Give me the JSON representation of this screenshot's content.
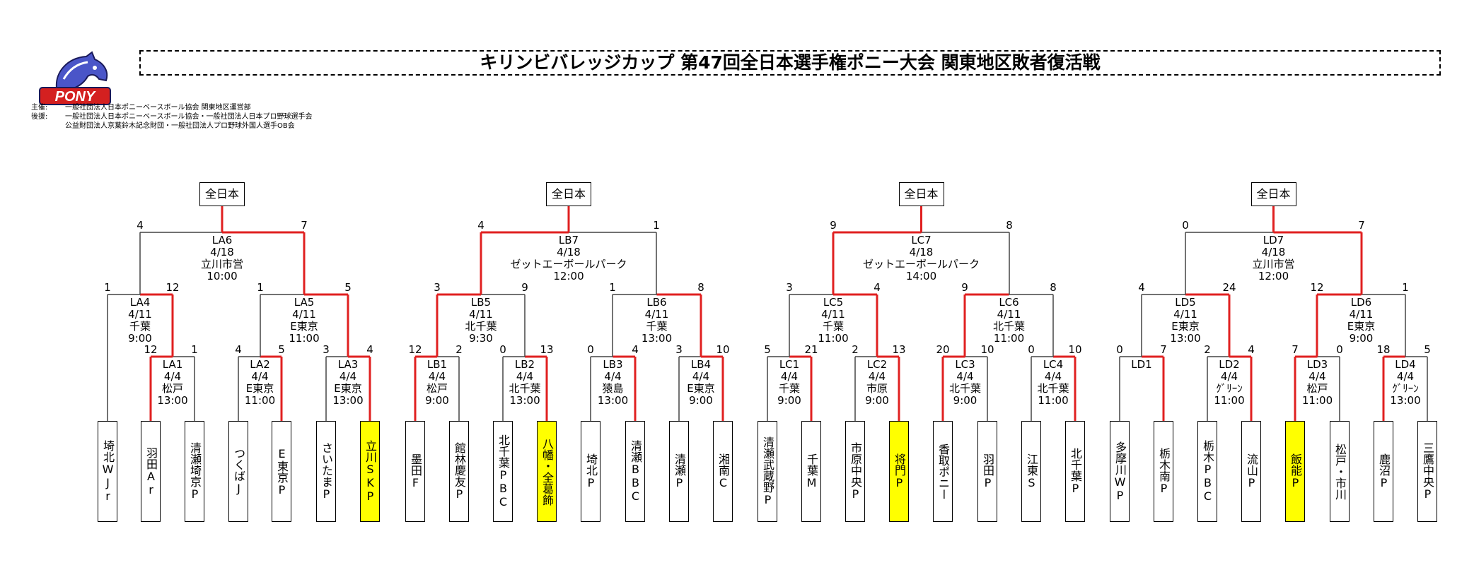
{
  "header": {
    "title": "キリンビバレッジカップ 第47回全日本選手権ポニー大会 関東地区敗者復活戦",
    "logo_text": "PONY",
    "sponsor_lines": [
      {
        "label": "主催:",
        "text": "一般社団法人日本ポニーベースボール協会 関東地区運営部"
      },
      {
        "label": "後援:",
        "text": "一般社団法人日本ポニーベースボール協会・一般社団法人日本プロ野球選手会"
      },
      {
        "label": "",
        "text": "公益財団法人京葉鈴木記念財団・一般社団法人プロ野球外国人選手OB会"
      }
    ]
  },
  "colors": {
    "winner_line": "#e02020",
    "line": "#444444",
    "highlight": "#ffff00"
  },
  "brackets": [
    {
      "final_label": "全日本",
      "final": {
        "id": "LA6",
        "date": "4/18",
        "venue": "立川市営",
        "time": "10:00",
        "score_left": "4",
        "score_right": "7",
        "win": "R"
      },
      "semis": [
        {
          "id": "LA4",
          "date": "4/11",
          "venue": "千葉",
          "time": "9:00",
          "score_left": "1",
          "score_right": "12",
          "win": "R"
        },
        {
          "id": "LA5",
          "date": "4/11",
          "venue": "E東京",
          "time": "11:00",
          "score_left": "1",
          "score_right": "5",
          "win": "R"
        }
      ],
      "firsts": [
        {
          "id": "LA1",
          "date": "4/4",
          "venue": "松戸",
          "time": "13:00",
          "score_left": "12",
          "score_right": "1",
          "win": "L"
        },
        {
          "id": "LA2",
          "date": "4/4",
          "venue": "E東京",
          "time": "11:00",
          "score_left": "4",
          "score_right": "5",
          "win": "R"
        },
        {
          "id": "LA3",
          "date": "4/4",
          "venue": "E東京",
          "time": "13:00",
          "score_left": "3",
          "score_right": "4",
          "win": "R"
        }
      ],
      "teams": [
        {
          "name": "埼北WJr",
          "hl": false
        },
        {
          "name": "羽田Ar",
          "hl": false
        },
        {
          "name": "清瀬埼京P",
          "hl": false
        },
        {
          "name": "つくばJ",
          "hl": false
        },
        {
          "name": "E東京P",
          "hl": false
        },
        {
          "name": "さいたまP",
          "hl": false
        },
        {
          "name": "立川SKP",
          "hl": true
        }
      ]
    },
    {
      "final_label": "全日本",
      "final": {
        "id": "LB7",
        "date": "4/18",
        "venue": "ゼットエーボールパーク",
        "time": "12:00",
        "score_left": "4",
        "score_right": "1",
        "win": "L"
      },
      "semis": [
        {
          "id": "LB5",
          "date": "4/11",
          "venue": "北千葉",
          "time": "9:30",
          "score_left": "3",
          "score_right": "9",
          "win": "L"
        },
        {
          "id": "LB6",
          "date": "4/11",
          "venue": "千葉",
          "time": "13:00",
          "score_left": "1",
          "score_right": "8",
          "win": "R"
        }
      ],
      "firsts": [
        {
          "id": "LB1",
          "date": "4/4",
          "venue": "松戸",
          "time": "9:00",
          "score_left": "12",
          "score_right": "2",
          "win": "L"
        },
        {
          "id": "LB2",
          "date": "4/4",
          "venue": "北千葉",
          "time": "13:00",
          "score_left": "0",
          "score_right": "13",
          "win": "R"
        },
        {
          "id": "LB3",
          "date": "4/4",
          "venue": "猿島",
          "time": "13:00",
          "score_left": "0",
          "score_right": "4",
          "win": "R"
        },
        {
          "id": "LB4",
          "date": "4/4",
          "venue": "E東京",
          "time": "9:00",
          "score_left": "3",
          "score_right": "10",
          "win": "R"
        }
      ],
      "teams": [
        {
          "name": "墨田F",
          "hl": false
        },
        {
          "name": "館林慶友P",
          "hl": false
        },
        {
          "name": "北千葉PBC",
          "hl": false
        },
        {
          "name": "八幡・全葛飾",
          "hl": true
        },
        {
          "name": "埼北P",
          "hl": false
        },
        {
          "name": "清瀬BBC",
          "hl": false
        },
        {
          "name": "清瀬P",
          "hl": false
        },
        {
          "name": "湘南C",
          "hl": false
        }
      ]
    },
    {
      "final_label": "全日本",
      "final": {
        "id": "LC7",
        "date": "4/18",
        "venue": "ゼットエーボールパーク",
        "time": "14:00",
        "score_left": "9",
        "score_right": "8",
        "win": "L"
      },
      "semis": [
        {
          "id": "LC5",
          "date": "4/11",
          "venue": "千葉",
          "time": "11:00",
          "score_left": "3",
          "score_right": "4",
          "win": "R"
        },
        {
          "id": "LC6",
          "date": "4/11",
          "venue": "北千葉",
          "time": "11:00",
          "score_left": "9",
          "score_right": "8",
          "win": "L"
        }
      ],
      "firsts": [
        {
          "id": "LC1",
          "date": "4/4",
          "venue": "千葉",
          "time": "9:00",
          "score_left": "5",
          "score_right": "21",
          "win": "R"
        },
        {
          "id": "LC2",
          "date": "4/4",
          "venue": "市原",
          "time": "9:00",
          "score_left": "2",
          "score_right": "13",
          "win": "R"
        },
        {
          "id": "LC3",
          "date": "4/4",
          "venue": "北千葉",
          "time": "9:00",
          "score_left": "20",
          "score_right": "10",
          "win": "L"
        },
        {
          "id": "LC4",
          "date": "4/4",
          "venue": "北千葉",
          "time": "11:00",
          "score_left": "0",
          "score_right": "10",
          "win": "R"
        }
      ],
      "teams": [
        {
          "name": "清瀬武蔵野P",
          "hl": false
        },
        {
          "name": "千葉M",
          "hl": false
        },
        {
          "name": "市原中央P",
          "hl": false
        },
        {
          "name": "将門P",
          "hl": true
        },
        {
          "name": "香取ポニー",
          "hl": false
        },
        {
          "name": "羽田P",
          "hl": false
        },
        {
          "name": "江東S",
          "hl": false
        },
        {
          "name": "北千葉P",
          "hl": false
        }
      ]
    },
    {
      "final_label": "全日本",
      "final": {
        "id": "LD7",
        "date": "4/18",
        "venue": "立川市営",
        "time": "12:00",
        "score_left": "0",
        "score_right": "7",
        "win": "R"
      },
      "semis": [
        {
          "id": "LD5",
          "date": "4/11",
          "venue": "E東京",
          "time": "13:00",
          "score_left": "4",
          "score_right": "24",
          "win": "R"
        },
        {
          "id": "LD6",
          "date": "4/11",
          "venue": "E東京",
          "time": "9:00",
          "score_left": "12",
          "score_right": "1",
          "win": "L"
        }
      ],
      "firsts": [
        {
          "id": "LD1",
          "date": "",
          "venue": "",
          "time": "",
          "score_left": "0",
          "score_right": "7",
          "win": "R"
        },
        {
          "id": "LD2",
          "date": "4/4",
          "venue": "ｸﾞﾘｰﾝ",
          "time": "11:00",
          "score_left": "2",
          "score_right": "4",
          "win": "R"
        },
        {
          "id": "LD3",
          "date": "4/4",
          "venue": "松戸",
          "time": "11:00",
          "score_left": "7",
          "score_right": "0",
          "win": "L"
        },
        {
          "id": "LD4",
          "date": "4/4",
          "venue": "ｸﾞﾘｰﾝ",
          "time": "13:00",
          "score_left": "18",
          "score_right": "5",
          "win": "L"
        }
      ],
      "teams": [
        {
          "name": "多摩川WP",
          "hl": false
        },
        {
          "name": "栃木南P",
          "hl": false
        },
        {
          "name": "栃木PBC",
          "hl": false
        },
        {
          "name": "流山P",
          "hl": false
        },
        {
          "name": "飯能P",
          "hl": true
        },
        {
          "name": "松戸・市川",
          "hl": false
        },
        {
          "name": "鹿沼P",
          "hl": false
        },
        {
          "name": "三鷹中央P",
          "hl": false
        }
      ]
    }
  ]
}
